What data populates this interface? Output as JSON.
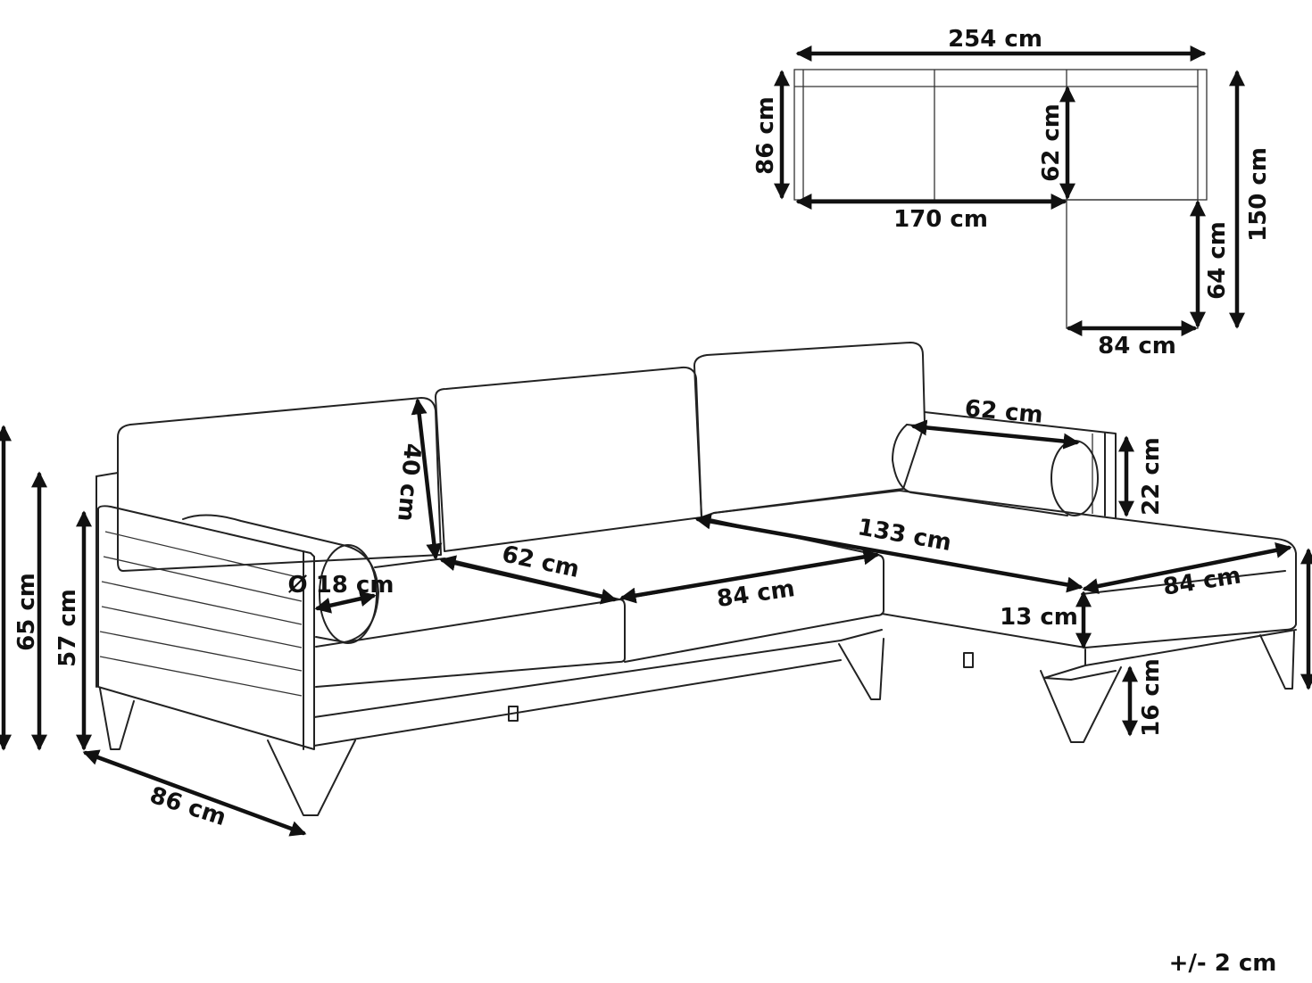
{
  "plan_view": {
    "total_width": "254 cm",
    "depth": "86 cm",
    "seat_depth": "62 cm",
    "sofa_length": "170 cm",
    "total_length": "150 cm",
    "chaise_length": "64 cm",
    "chaise_width": "84 cm"
  },
  "sofa_view": {
    "overall_height": "65 cm",
    "armrest_height": "57 cm",
    "depth": "86 cm",
    "backrest_height": "40 cm",
    "bolster_diameter": "Ø 18 cm",
    "seat_depth": "62 cm",
    "seat_width": "84 cm",
    "chaise_length": "133 cm",
    "bolster_length": "62 cm",
    "bolster_height": "22 cm",
    "chaise_width": "84 cm",
    "cushion_thickness": "13 cm",
    "leg_height": "16 cm"
  },
  "tolerance": "+/- 2 cm",
  "colors": {
    "line": "#222222",
    "arrow": "#111111",
    "background": "#ffffff"
  }
}
